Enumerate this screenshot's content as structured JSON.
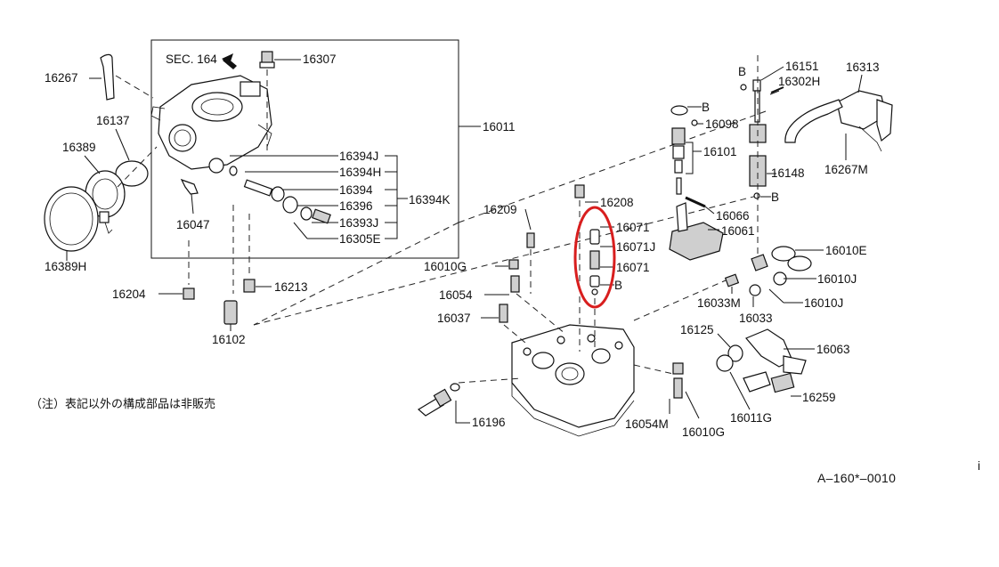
{
  "sec_ref": "SEC. 164",
  "note": "（注）表記以外の構成部品は非販売",
  "drawing_ref": "A–160*–0010",
  "labels": {
    "p16267": "16267",
    "p16137": "16137",
    "p16389": "16389",
    "p16389H": "16389H",
    "p16047": "16047",
    "p16204": "16204",
    "p16102": "16102",
    "p16213": "16213",
    "p16307": "16307",
    "p16011": "16011",
    "p16394J": "16394J",
    "p16394H": "16394H",
    "p16394": "16394",
    "p16394K": "16394K",
    "p16396": "16396",
    "p16393J": "16393J",
    "p16305E": "16305E",
    "p16209": "16209",
    "p16208": "16208",
    "p16071a": "16071",
    "p16071J": "16071J",
    "p16071b": "16071",
    "pB1": "B",
    "p16010G": "16010G",
    "p16054": "16054",
    "p16037": "16037",
    "p16196": "16196",
    "p16054M": "16054M",
    "p16010G2": "16010G",
    "p16011G": "16011G",
    "p16259": "16259",
    "p16063": "16063",
    "p16125": "16125",
    "p16033M": "16033M",
    "p16033": "16033",
    "p16010J": "16010J",
    "p16010J2": "16010J",
    "p16010E": "16010E",
    "p16061": "16061",
    "p16066": "16066",
    "p16101": "16101",
    "p16098": "16098",
    "pB2": "B",
    "pB3": "B",
    "pB4": "B",
    "p16151": "16151",
    "p16302H": "16302H",
    "p16313": "16313",
    "p16148": "16148",
    "p16267M": "16267M",
    "pi": "i"
  },
  "highlight_color": "#d81e1e"
}
